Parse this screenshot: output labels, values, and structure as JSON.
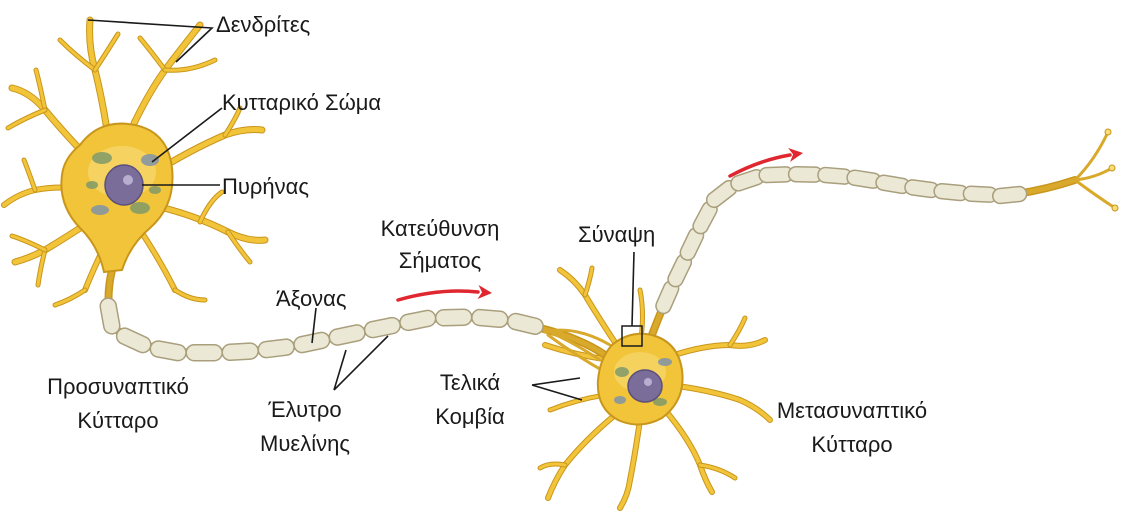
{
  "colors": {
    "cell_fill": "#f2c43a",
    "cell_fill_light": "#f8dc7a",
    "cell_stroke": "#c9961c",
    "nucleus": "#7a6d9a",
    "organelle_green": "#7f9a6a",
    "organelle_blue": "#7f93a8",
    "myelin_fill": "#ece8d6",
    "myelin_stroke": "#a99f7c",
    "axon": "#d8a92a",
    "arrow": "#e0262e",
    "leader": "#1a1a1a"
  },
  "labels": {
    "dendrites": "Δενδρίτες",
    "cell_body": "Κυτταρικό Σώμα",
    "nucleus": "Πυρήνας",
    "signal_direction": [
      "Κατεύθυνση",
      "Σήματος"
    ],
    "axon": "Άξονας",
    "synapse": "Σύναψη",
    "presynaptic_cell": [
      "Προσυναπτικό",
      "Κύτταρο"
    ],
    "myelin_sheath": [
      "Έλυτρο",
      "Μυελίνης"
    ],
    "terminal_buttons": [
      "Τελικά",
      "Κομβία"
    ],
    "postsynaptic_cell": [
      "Μετασυναπτικό",
      "Κύτταρο"
    ]
  }
}
